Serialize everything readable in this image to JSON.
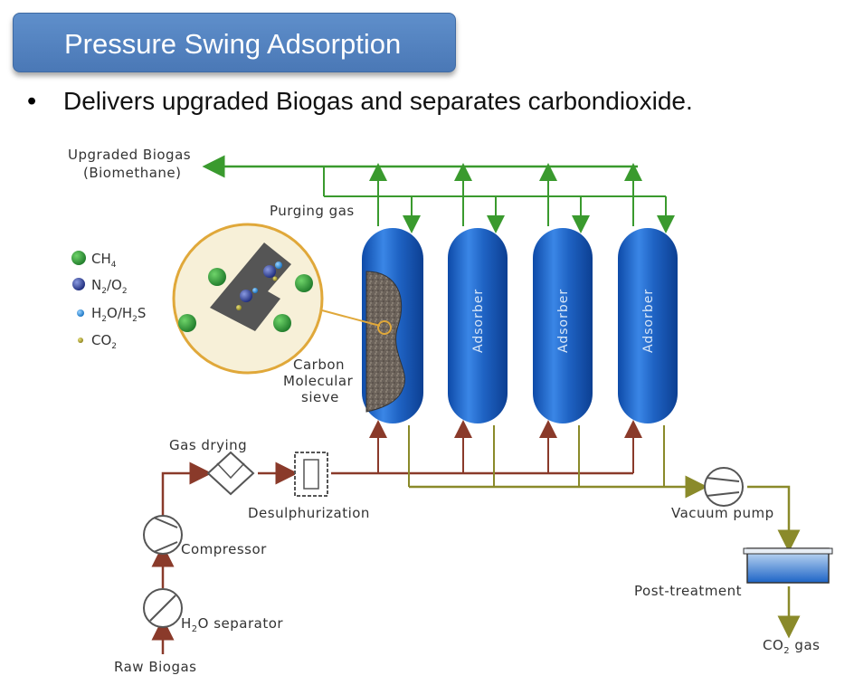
{
  "slide": {
    "title": "Pressure Swing Adsorption",
    "bullet": "Delivers upgraded Biogas and separates carbondioxide."
  },
  "diagram": {
    "labels": {
      "upgraded_1": "Upgraded Biogas",
      "upgraded_2": "(Biomethane)",
      "purging": "Purging gas",
      "carbon_1": "Carbon",
      "carbon_2": "Molecular",
      "carbon_3": "sieve",
      "gas_drying": "Gas drying",
      "desulph": "Desulphurization",
      "compressor": "Compressor",
      "h2o_sep_pre": "H",
      "h2o_sep_sub": "2",
      "h2o_sep_post": "O separator",
      "raw": "Raw Biogas",
      "vacuum": "Vacuum pump",
      "post": "Post-treatment",
      "co2_pre": "CO",
      "co2_sub": "2",
      "co2_post": " gas"
    },
    "adsorber_label": "Adsorber",
    "legend": [
      {
        "text": "CH",
        "sub": "4",
        "color": "#2e8b3a",
        "icon": "green-molecule-icon"
      },
      {
        "text": "N",
        "sub": "2",
        "text2": "/O",
        "sub2": "2",
        "color": "#2f3f8f",
        "icon": "blue-molecule-icon"
      },
      {
        "text": "H",
        "sub": "2",
        "text2": "O/H",
        "sub2": "2",
        "text3": "S",
        "color": "#1f7fd0",
        "icon": "lightblue-molecule-icon"
      },
      {
        "text": "CO",
        "sub": "2",
        "color": "#a89a2a",
        "icon": "olive-molecule-icon"
      }
    ],
    "colors": {
      "green_line": "#3a9a2e",
      "red_line": "#8a3a2a",
      "olive_line": "#8a8a2a",
      "tank": "#1f63c4"
    }
  }
}
